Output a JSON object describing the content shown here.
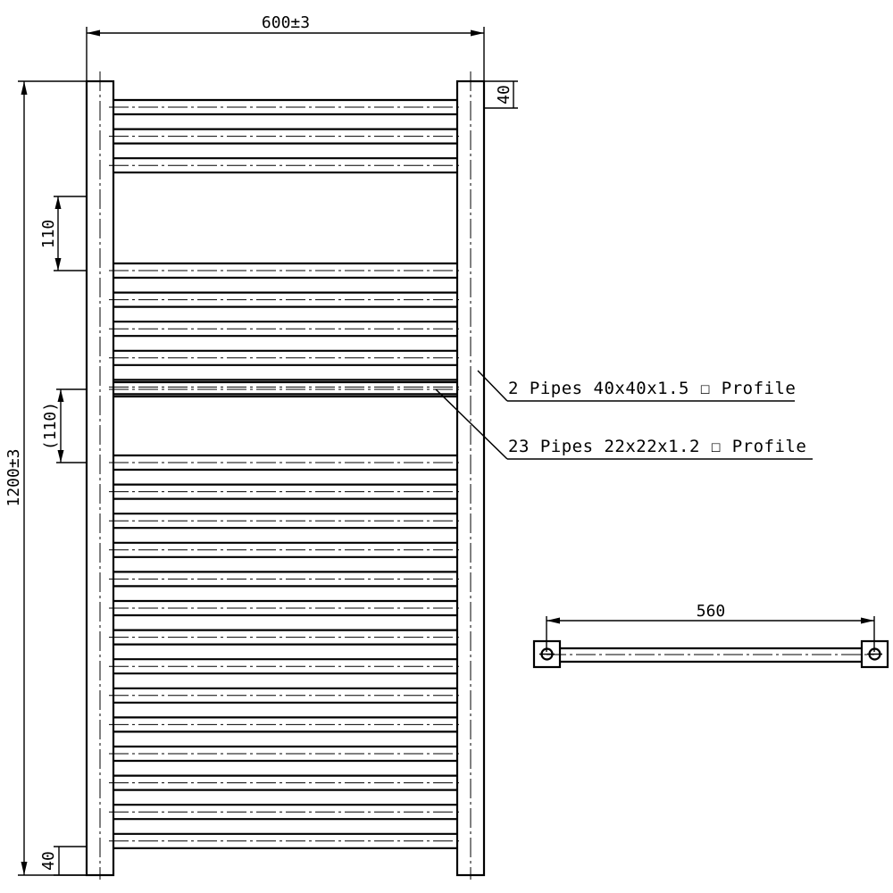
{
  "dimensions": {
    "overall_width": "600±3",
    "overall_height": "1200±3",
    "side_tube_width": "40",
    "bottom_offset": "40",
    "gap_upper": "110",
    "gap_lower": "(110)",
    "plan_view_centers": "560"
  },
  "callouts": {
    "side_pipes": "2 Pipes 40x40x1.5 ☐ Profile",
    "cross_pipes": "23 Pipes 22x22x1.2 ☐ Profile"
  },
  "drawing": {
    "side_pipe_count": 2,
    "cross_pipe_count": 23
  }
}
